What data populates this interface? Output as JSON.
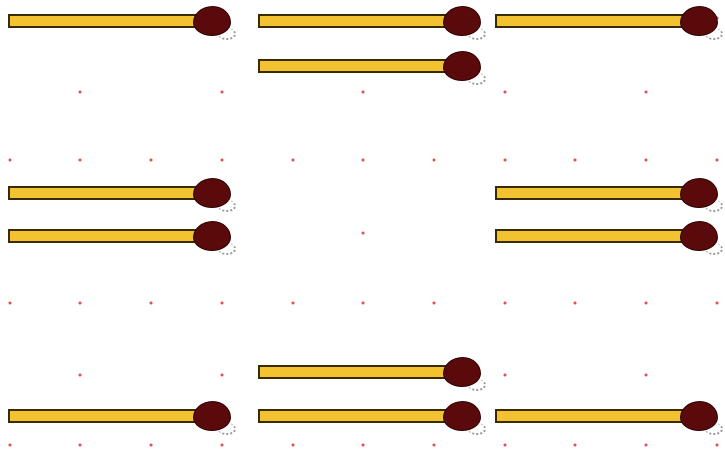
{
  "puzzle": {
    "colors": {
      "background": "#ffffff",
      "stick": "#f2c230",
      "head": "#5a0a0a",
      "dot": "#e05050"
    },
    "matches": [
      {
        "id": "top-left",
        "orientation": "horizontal"
      },
      {
        "id": "top-middle",
        "orientation": "horizontal"
      },
      {
        "id": "top-right",
        "orientation": "horizontal"
      },
      {
        "id": "upper-middle-inner",
        "orientation": "horizontal"
      },
      {
        "id": "middle-left-upper",
        "orientation": "horizontal"
      },
      {
        "id": "middle-left-lower",
        "orientation": "horizontal"
      },
      {
        "id": "middle-right-upper",
        "orientation": "horizontal"
      },
      {
        "id": "middle-right-lower",
        "orientation": "horizontal"
      },
      {
        "id": "lower-middle-inner",
        "orientation": "horizontal"
      },
      {
        "id": "bottom-left",
        "orientation": "horizontal"
      },
      {
        "id": "bottom-middle",
        "orientation": "horizontal"
      },
      {
        "id": "bottom-right",
        "orientation": "horizontal"
      }
    ],
    "match_count": 12
  }
}
